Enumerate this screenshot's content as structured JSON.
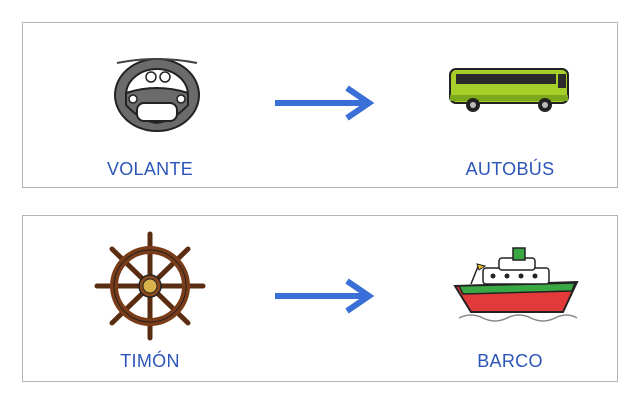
{
  "rows": [
    {
      "source": {
        "label": "VOLANTE",
        "icon": "steering-wheel-icon"
      },
      "target": {
        "label": "AUTOBÚS",
        "icon": "bus-icon"
      }
    },
    {
      "source": {
        "label": "TIMÓN",
        "icon": "ship-wheel-icon"
      },
      "target": {
        "label": "BARCO",
        "icon": "ship-icon"
      }
    }
  ],
  "colors": {
    "label": "#2b55b8",
    "arrow": "#3a6fd8",
    "border": "#b5b5b5"
  }
}
